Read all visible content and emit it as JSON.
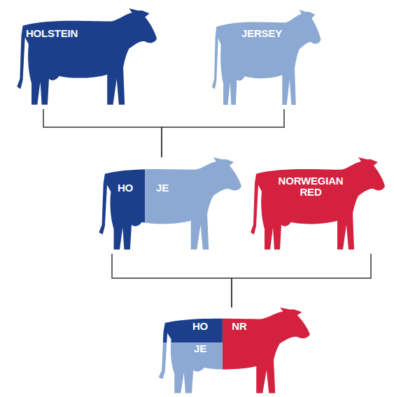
{
  "diagram": {
    "nodes": [
      {
        "text": [
          "HOLSTEIN"
        ]
      },
      {
        "text": [
          "JERSEY"
        ]
      },
      {
        "text": [
          "HO",
          "JE"
        ]
      },
      {
        "text": [
          "NORWEGIAN RED"
        ]
      },
      {
        "text": [
          "HO",
          "JE",
          "NR"
        ]
      }
    ],
    "edges": [
      {
        "from": 0,
        "to": 2,
        "arrow": "none"
      },
      {
        "from": 1,
        "to": 2,
        "arrow": "none"
      },
      {
        "from": 2,
        "to": 4,
        "arrow": "none"
      },
      {
        "from": 3,
        "to": 4,
        "arrow": "none"
      }
    ]
  }
}
